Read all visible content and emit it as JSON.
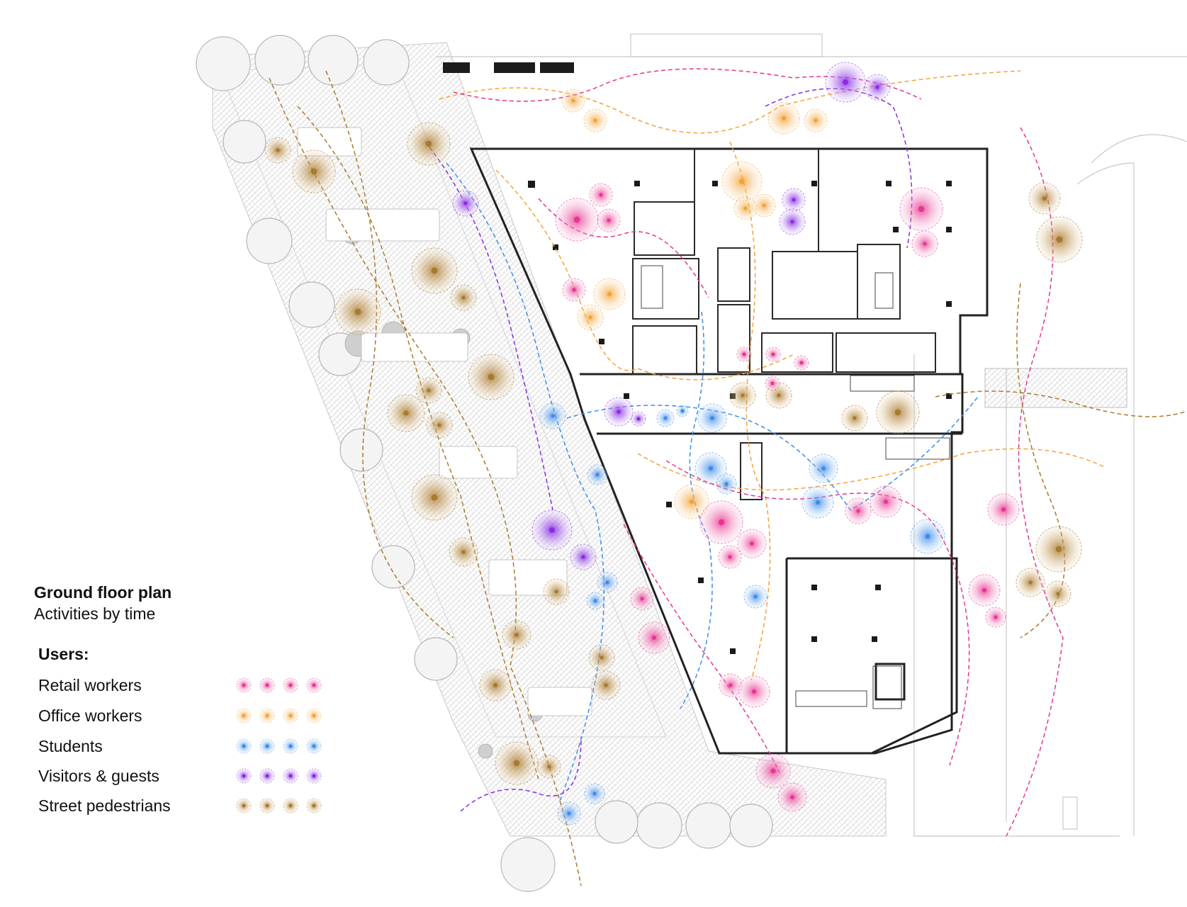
{
  "legend": {
    "title": "Ground floor plan",
    "subtitle": "Activities by time",
    "users_heading": "Users:",
    "user_types": [
      {
        "key": "retail",
        "label": "Retail workers",
        "color": "#e8358f"
      },
      {
        "key": "office",
        "label": "Office workers",
        "color": "#f2a33a"
      },
      {
        "key": "students",
        "label": "Students",
        "color": "#3d8be8"
      },
      {
        "key": "visitors",
        "label": "Visitors & guests",
        "color": "#8a2be2"
      },
      {
        "key": "pedestrians",
        "label": "Street pedestrians",
        "color": "#a87a2e"
      }
    ]
  },
  "colors": {
    "wall": "#222222",
    "context": "#bdbdbd",
    "paving": "#d6d6d6"
  }
}
